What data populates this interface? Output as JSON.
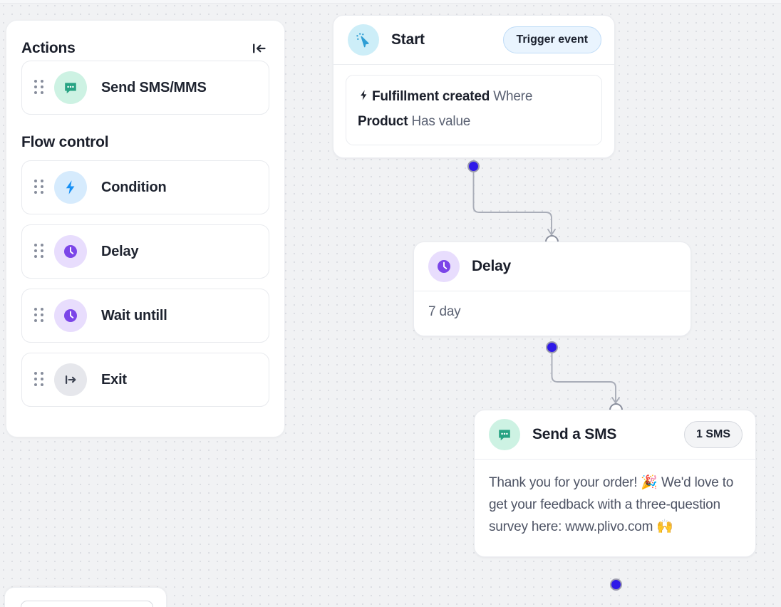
{
  "sidebar": {
    "title": "Actions",
    "collapse_icon": "collapse-left-icon",
    "sections": [
      {
        "heading": "Actions",
        "items": [
          {
            "label": "Send SMS/MMS",
            "icon": "sms-bubble-icon",
            "icon_style": "mint",
            "drag_handle": "drag-handle-icon"
          }
        ]
      },
      {
        "heading": "Flow control",
        "items": [
          {
            "label": "Condition",
            "icon": "bolt-icon",
            "icon_style": "blue",
            "drag_handle": "drag-handle-icon"
          },
          {
            "label": "Delay",
            "icon": "clock-icon",
            "icon_style": "violet",
            "drag_handle": "drag-handle-icon"
          },
          {
            "label": "Wait untill",
            "icon": "clock-icon",
            "icon_style": "violet",
            "drag_handle": "drag-handle-icon"
          },
          {
            "label": "Exit",
            "icon": "exit-arrow-icon",
            "icon_style": "grey",
            "drag_handle": "drag-handle-icon"
          }
        ]
      }
    ]
  },
  "flow": {
    "start_node": {
      "title": "Start",
      "icon": "cursor-click-icon",
      "badge": "Trigger event",
      "condition": {
        "icon": "bolt-icon",
        "event": "Fulfillment created",
        "where_label": "Where",
        "field": "Product",
        "operator": "Has value"
      }
    },
    "delay_node": {
      "title": "Delay",
      "icon": "clock-icon",
      "value": "7 day"
    },
    "sms_node": {
      "title": "Send a SMS",
      "icon": "sms-bubble-icon",
      "badge": "1 SMS",
      "message": "Thank you for your order! 🎉 We'd love to get your feedback with a three-question survey here: www.plivo.com 🙌"
    },
    "connectors": [
      {
        "from": "start-node",
        "to": "delay-node"
      },
      {
        "from": "delay-node",
        "to": "sms-node"
      }
    ],
    "trailing_port": "sms-node-output-port"
  },
  "colors": {
    "canvas_bg": "#f1f2f4",
    "grid_dot": "#dcdee3",
    "accent_blue": "#2f19e8",
    "mint": "#cdf2e3",
    "mint_fg": "#27a383",
    "violet": "#e8ddfd",
    "violet_fg": "#7b45e8",
    "sky": "#d6ebfd",
    "sky_fg": "#1790f5",
    "cyan": "#cdeef8",
    "cyan_fg": "#2e9ed4",
    "grey": "#e6e7ec",
    "text_primary": "#1b1f2b",
    "text_secondary": "#5b6273"
  }
}
